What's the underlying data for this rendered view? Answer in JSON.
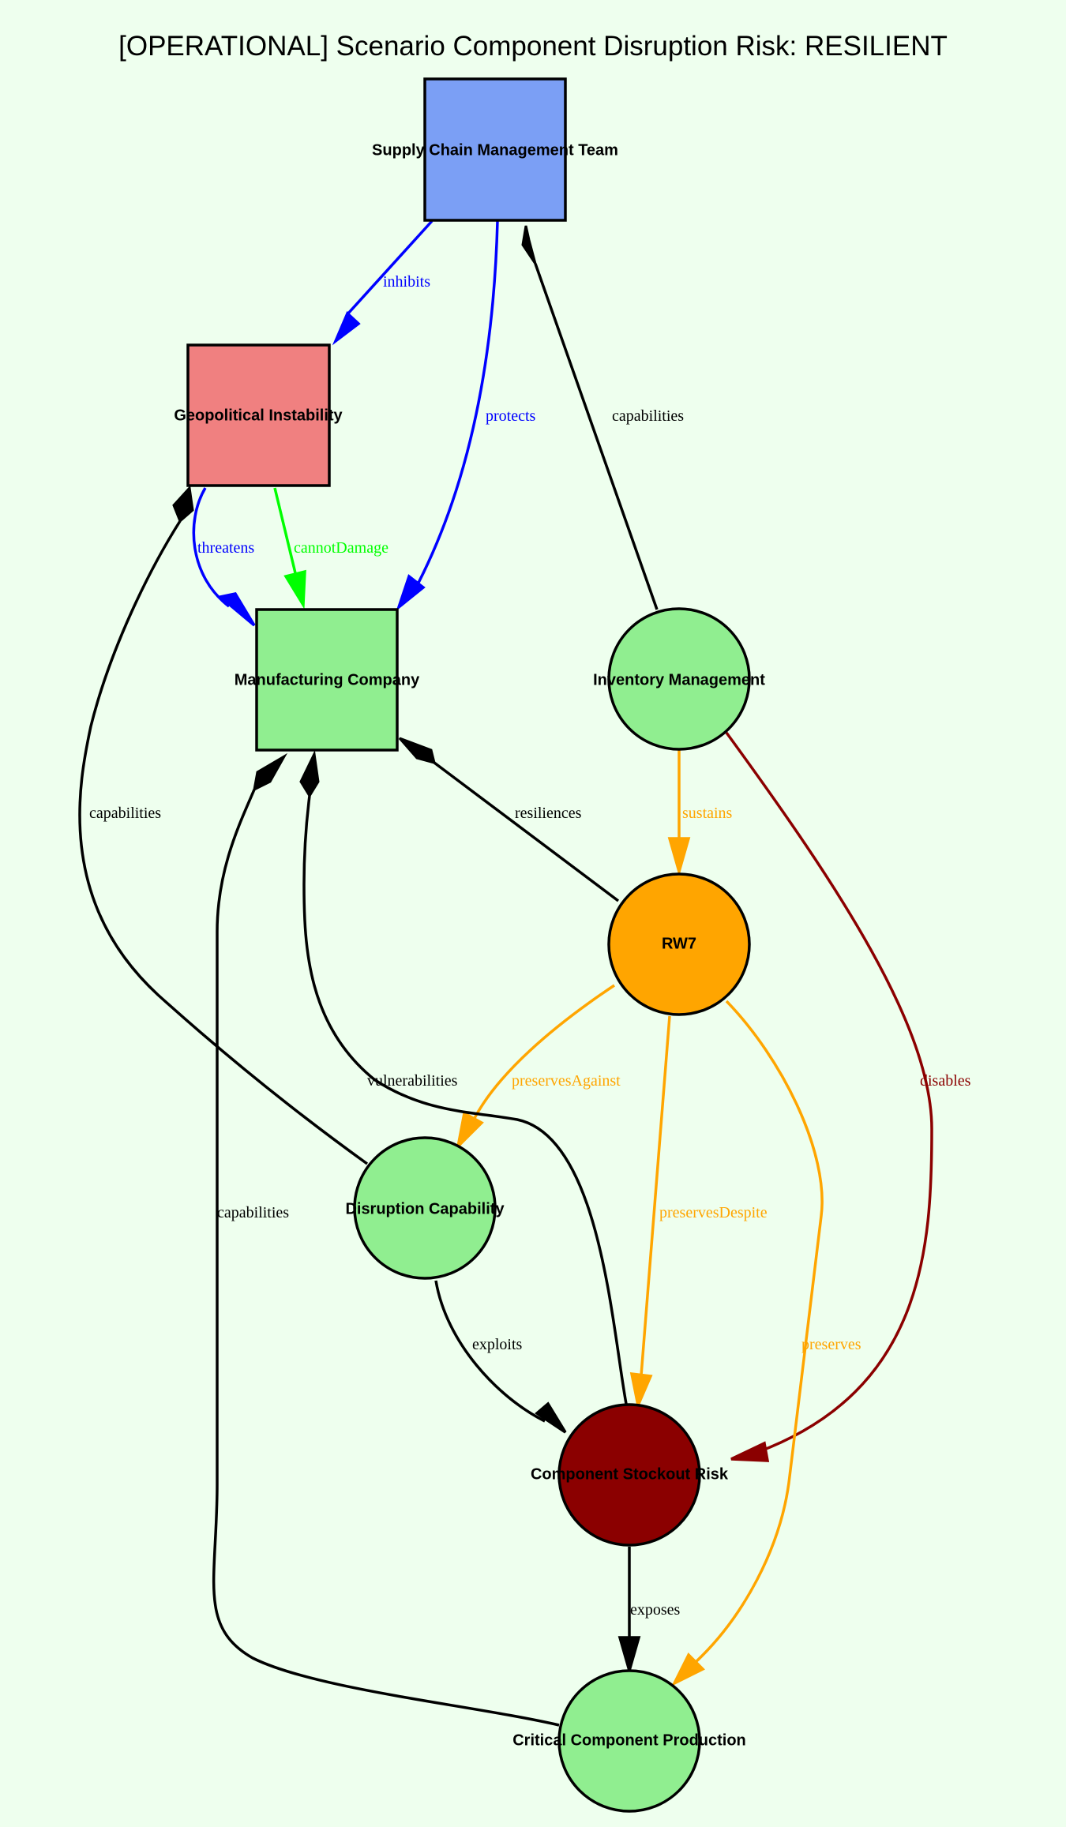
{
  "title": "[OPERATIONAL] Scenario Component Disruption Risk: RESILIENT",
  "colors": {
    "background": "#eeffee",
    "blue_node": "#7b9ff5",
    "red_node": "#f08080",
    "green_node": "#90ee90",
    "orange_node": "#ffa500",
    "dark_red_node": "#8b0000",
    "blue_edge": "#0000ff",
    "green_edge": "#00ff00",
    "orange_edge": "#ffa500",
    "dark_red_edge": "#8b0000",
    "black_edge": "#000000"
  },
  "nodes": {
    "scmt": "Supply Chain Management Team",
    "geo": "Geopolitical Instability",
    "mfg": "Manufacturing Company",
    "inv": "Inventory Management",
    "rw7": "RW7",
    "disc": "Disruption Capability",
    "csr": "Component Stockout Risk",
    "ccp": "Critical Component Production"
  },
  "edges": {
    "inhibits": "inhibits",
    "protects": "protects",
    "capabilities_scmt_inv": "capabilities",
    "threatens": "threatens",
    "cannotDamage": "cannotDamage",
    "capabilities_geo_disc": "capabilities",
    "resiliences": "resiliences",
    "sustains": "sustains",
    "disables": "disables",
    "preservesAgainst": "preservesAgainst",
    "vulnerabilities": "vulnerabilities",
    "capabilities_mfg_ccp": "capabilities",
    "preservesDespite": "preservesDespite",
    "preserves": "preserves",
    "exploits": "exploits",
    "exposes": "exposes"
  }
}
